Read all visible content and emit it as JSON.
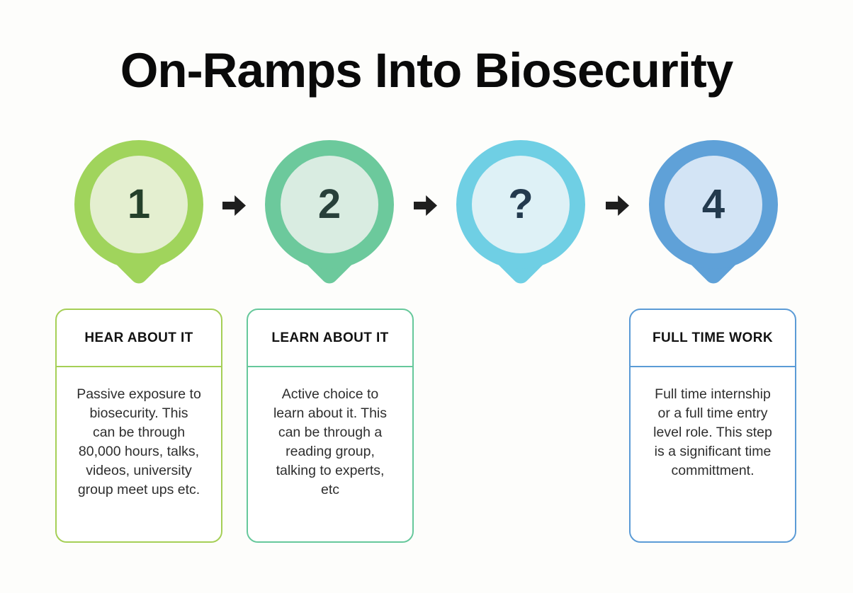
{
  "title": "On-Ramps Into Biosecurity",
  "steps": [
    {
      "badge": "1",
      "ring_color": "#a0d45c",
      "fill_color": "#e4efd0",
      "badge_color": "#24402a"
    },
    {
      "badge": "2",
      "ring_color": "#6cc99c",
      "fill_color": "#d9ece1",
      "badge_color": "#28403a"
    },
    {
      "badge": "?",
      "ring_color": "#6fcfe4",
      "fill_color": "#def1f6",
      "badge_color": "#233a4e"
    },
    {
      "badge": "4",
      "ring_color": "#5fa1d8",
      "fill_color": "#d3e4f5",
      "badge_color": "#233a4e"
    }
  ],
  "arrow": {
    "color": "#1e1e1e"
  },
  "cards": [
    {
      "title": "HEAR ABOUT IT",
      "body": "Passive exposure to\nbiosecurity. This\ncan be through\n80,000 hours, talks,\nvideos, university\ngroup meet ups etc.",
      "accent_color": "#a5cf56"
    },
    {
      "title": "LEARN ABOUT IT",
      "body": "Active choice to\nlearn about it. This\ncan be through a\nreading group,\ntalking to experts,\netc",
      "accent_color": "#66c89b"
    },
    {
      "title": "FULL TIME WORK",
      "body": "Full time internship\nor a full time entry\nlevel role. This step\nis a significant time\ncommittment.",
      "accent_color": "#5b9bd6"
    }
  ]
}
